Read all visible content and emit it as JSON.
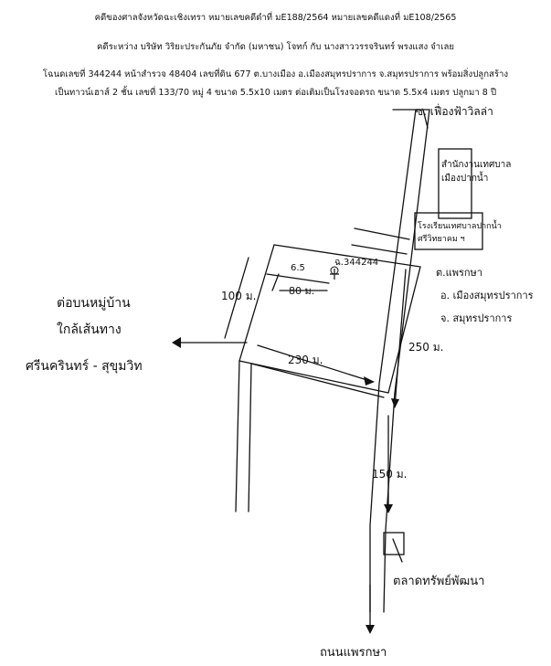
{
  "header": {
    "case_line": "คดีของศาลจังหวัดฉะเชิงเทรา  หมายเลขคดีดำที่ มE188/2564  หมายเลขคดีแดงที่  มE108/2565",
    "parties_line": "คดีระหว่าง บริษัท วิริยะประกันภัย จำกัด (มหาชน) โจทก์ กับ นางสาววรรจรินทร์ พรงแสง จำเลย",
    "deed_line": "โฉนดเลขที่ 344244 หน้าสำรวจ 48404 เลขที่ดิน 677 ต.บางเมือง อ.เมืองสมุทรปราการ จ.สมุทรปราการ  พร้อมสิ่งปลูกสร้าง",
    "building_line": "เป็นทาวน์เฮาส์ 2 ชั้น เลขที่ 133/70 หมู่ 4 ขนาด 5.5x10 เมตร  ต่อเติมเป็นโรงจอดรถ ขนาด 5.5x4 เมตร ปลูกมา 8 ปี"
  },
  "map": {
    "soi_label": "ซ. เฟื่องฟ้าวิลล่า",
    "office_label_1": "สำนักงานเทศบาล",
    "office_label_2": "เมืองปากน้ำ",
    "school_label_1": "โรงเรียนเทศบาลปากน้ำ",
    "school_label_2": "ศรีวิทยาคม ฯ",
    "address_1": "ต.แพรกษา",
    "address_2": "อ. เมืองสมุทรปราการ",
    "address_3": "จ. สมุทรปราการ",
    "left_note_1": "ต่อบนหมู่บ้าน",
    "left_note_2": "ใกล้เส้นทาง",
    "left_note_3": "ศรีนครินทร์ - สุขุมวิท",
    "dim_100": "100 ม.",
    "dim_80": "80 ม.",
    "dim_230": "230 ม.",
    "dim_250": "250 ม.",
    "dim_150": "150 ม.",
    "dim_6_5": "6.5",
    "deed_mark": "ฉ.344244",
    "market_label": "ตลาดทรัพย์พัฒนา",
    "road_label": "ถนนแพรกษา"
  }
}
